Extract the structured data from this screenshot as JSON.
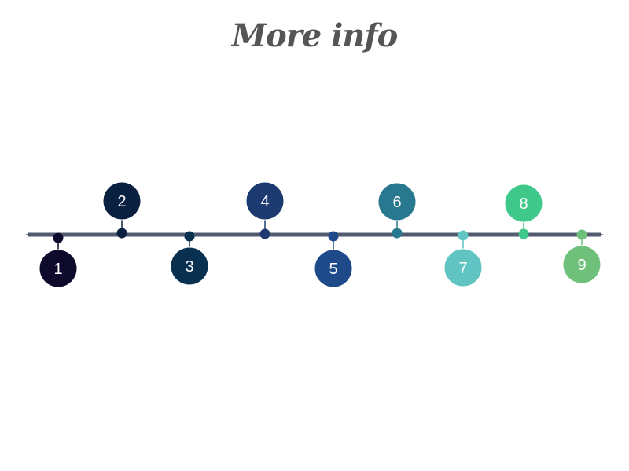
{
  "title": "More info",
  "timeline": {
    "axis_color": "#525a70",
    "milestones": [
      {
        "label": "1",
        "side": "below",
        "color": "#0e0a2b"
      },
      {
        "label": "2",
        "side": "above",
        "color": "#0a2040"
      },
      {
        "label": "3",
        "side": "below",
        "color": "#0a3050"
      },
      {
        "label": "4",
        "side": "above",
        "color": "#1c3a70"
      },
      {
        "label": "5",
        "side": "below",
        "color": "#1e4a8a"
      },
      {
        "label": "6",
        "side": "above",
        "color": "#287890"
      },
      {
        "label": "7",
        "side": "below",
        "color": "#60c4c2"
      },
      {
        "label": "8",
        "side": "above",
        "color": "#3ec88a"
      },
      {
        "label": "9",
        "side": "below",
        "color": "#6ec07a"
      }
    ]
  }
}
